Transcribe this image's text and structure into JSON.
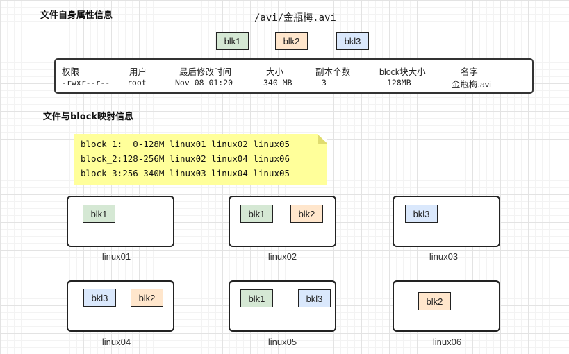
{
  "titles": {
    "attributes": "文件自身属性信息",
    "path": "/avi/金瓶梅.avi",
    "mapping": "文件与block映射信息"
  },
  "top_blocks": [
    "blk1",
    "blk2",
    "bkl3"
  ],
  "attributes": {
    "headers": [
      "权限",
      "用户",
      "最后修改时间",
      "大小",
      "副本个数",
      "block块大小",
      "名字"
    ],
    "values": [
      "-rwxr--r--",
      "root",
      "Nov 08 01:20",
      "340 MB",
      "3",
      "128MB",
      "金瓶梅.avi"
    ]
  },
  "mapping_lines": [
    "block_1:  0-128M linux01 linux02 linux05",
    "block_2:128-256M linux02 linux04 linux06",
    "block_3:256-340M linux03 linux04 linux05"
  ],
  "nodes": [
    {
      "name": "linux01",
      "blocks": [
        "blk1"
      ]
    },
    {
      "name": "linux02",
      "blocks": [
        "blk1",
        "blk2"
      ]
    },
    {
      "name": "linux03",
      "blocks": [
        "bkl3"
      ]
    },
    {
      "name": "linux04",
      "blocks": [
        "bkl3",
        "blk2"
      ]
    },
    {
      "name": "linux05",
      "blocks": [
        "blk1",
        "bkl3"
      ]
    },
    {
      "name": "linux06",
      "blocks": [
        "blk2"
      ]
    }
  ],
  "colors": {
    "blk1": "#d5e8d4",
    "blk2": "#ffe6cc",
    "bkl3": "#dae8fc",
    "note": "#ffff9a"
  }
}
